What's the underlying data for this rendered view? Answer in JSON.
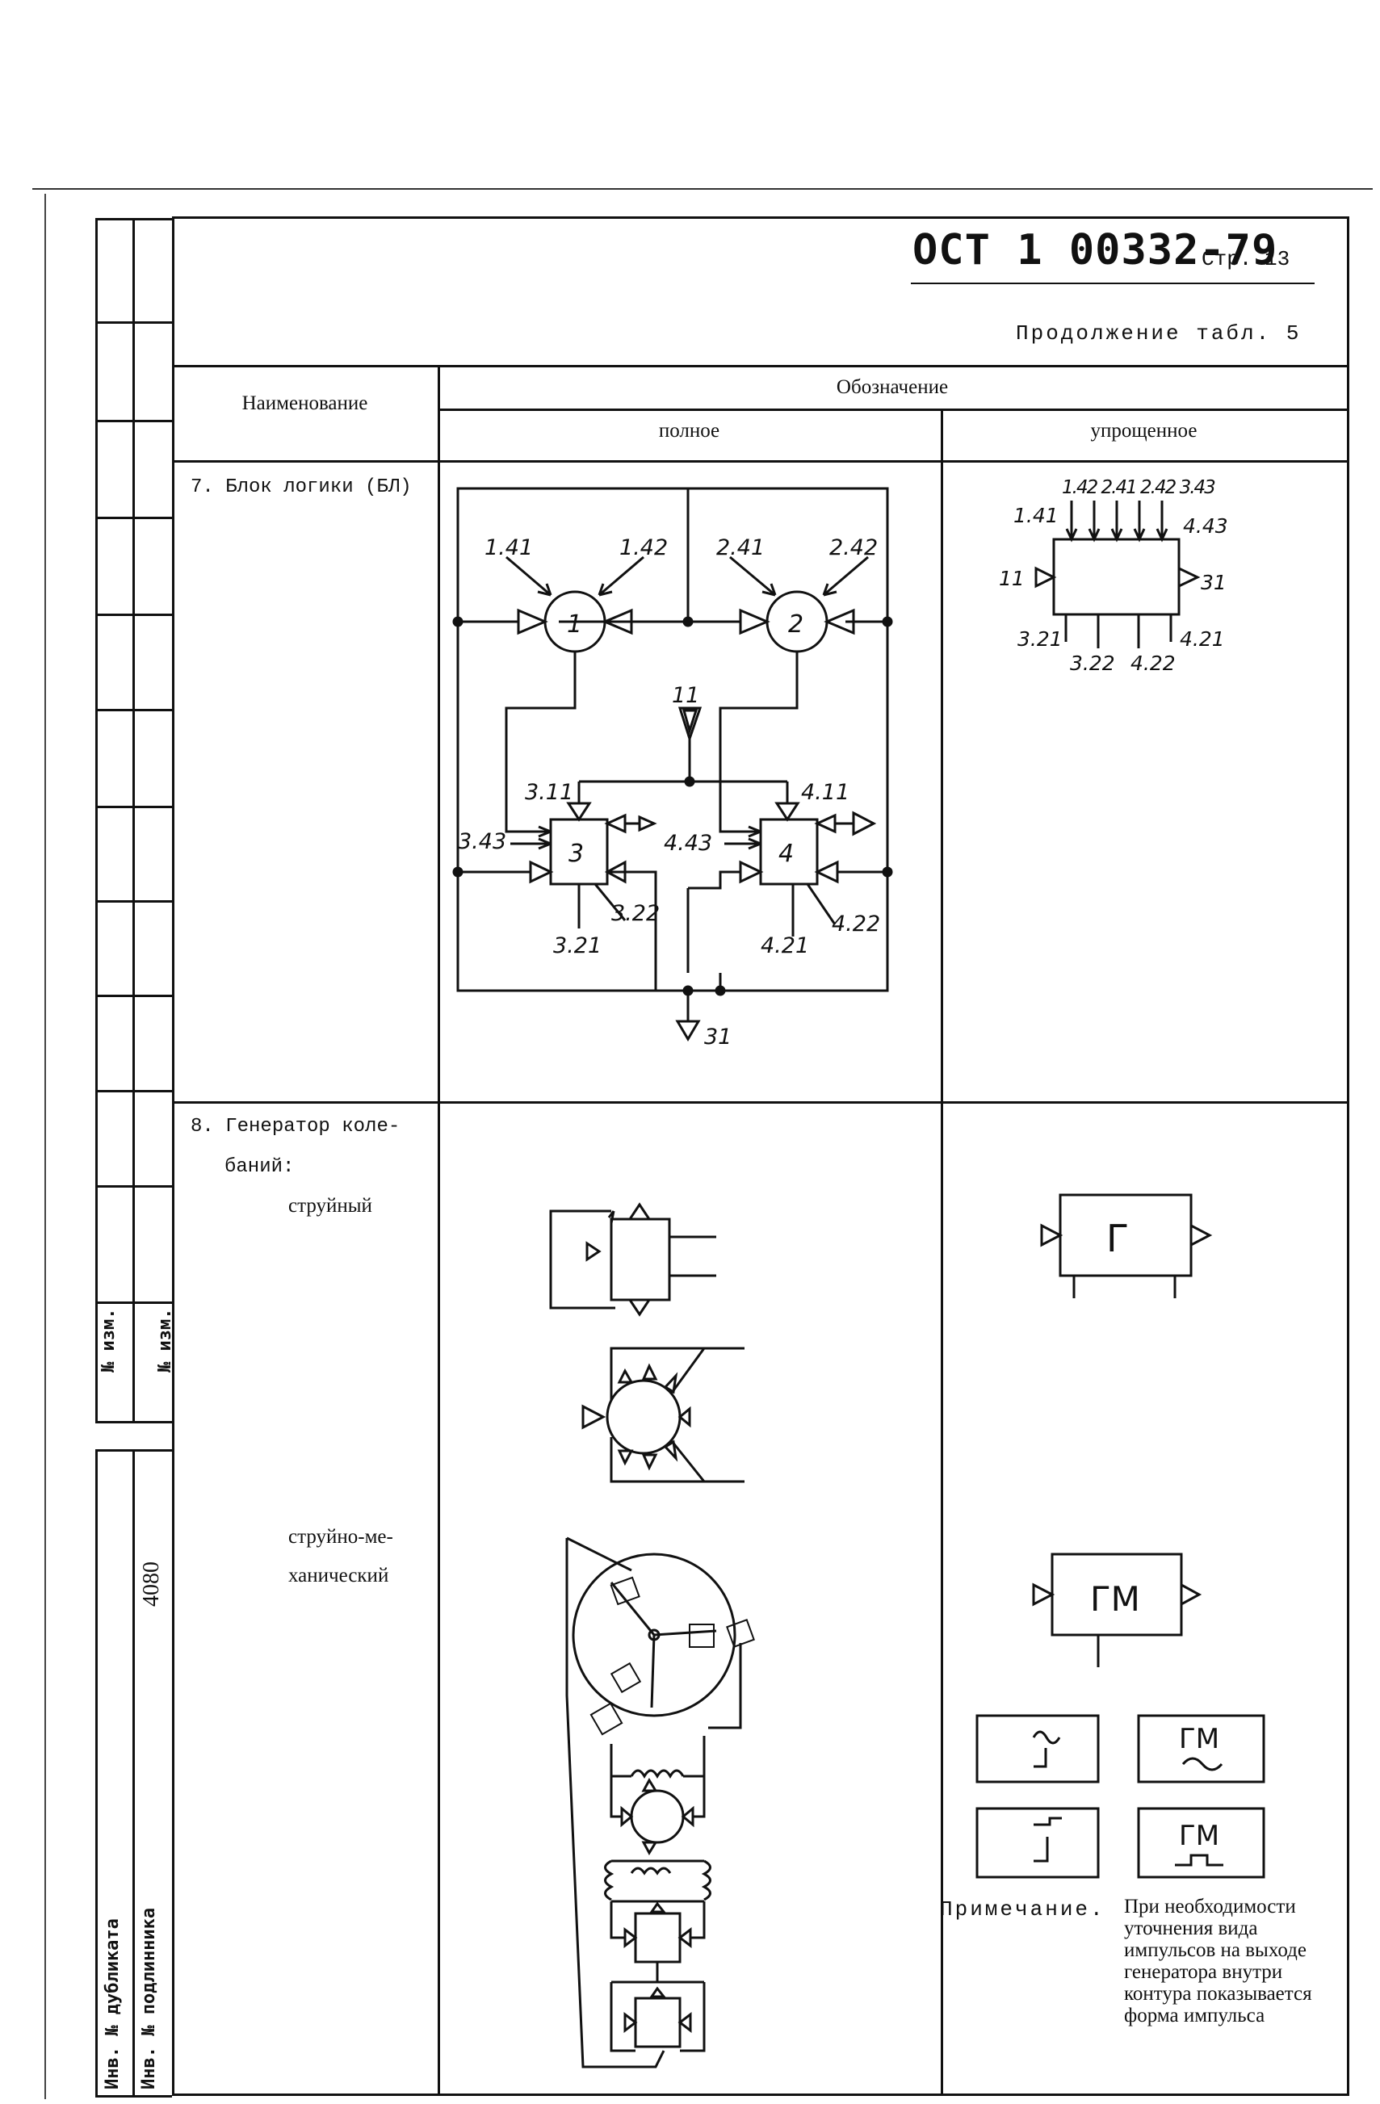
{
  "header": {
    "doc_code": "ОСТ 1 00332-79",
    "page_label": "Стр. 13",
    "continuation": "Продолжение табл. 5"
  },
  "table": {
    "col_name": "Наименование",
    "col_designation": "Обозначение",
    "col_full": "полное",
    "col_simplified": "упрощенное"
  },
  "rows": {
    "row7": {
      "title": "7. Блок логики (БЛ)",
      "full": {
        "el1": "1",
        "el2": "2",
        "el3": "3",
        "el4": "4",
        "in_141": "1.41",
        "in_142": "1.42",
        "in_241": "2.41",
        "in_242": "2.42",
        "in_11": "11",
        "l_311": "3.11",
        "l_411": "4.11",
        "l_343": "3.43",
        "l_443": "4.43",
        "l_322": "3.22",
        "l_321": "3.21",
        "l_421": "4.21",
        "l_422": "4.22",
        "out_31": "31"
      },
      "simple": {
        "top": "1.42 2.41 2.42 3.43",
        "l_141": "1.41",
        "l_443": "4.43",
        "l_11": "11",
        "l_31": "31",
        "l_321": "3.21",
        "l_322": "3.22",
        "l_422": "4.22",
        "l_421": "4.21"
      }
    },
    "row8": {
      "title_line1": "8. Генератор коле-",
      "title_line2": "баний:",
      "sub1": "струйный",
      "sub2_line1": "струйно-ме-",
      "sub2_line2": "ханический",
      "simple_g": "Г",
      "simple_gm": "ГМ",
      "box3": "ГМ",
      "box4": "ГМ"
    }
  },
  "note": {
    "label": "Примечание.",
    "text": "При необходимости уточнения вида импульсов на выходе генератора внутри контура показывается форма импульса"
  },
  "margin": {
    "izm1": "№ изм.",
    "izm2": "№ изм.",
    "inv_number": "4080",
    "inv_dup": "Инв. № дубликата",
    "inv_orig": "Инв. № подлинника"
  }
}
